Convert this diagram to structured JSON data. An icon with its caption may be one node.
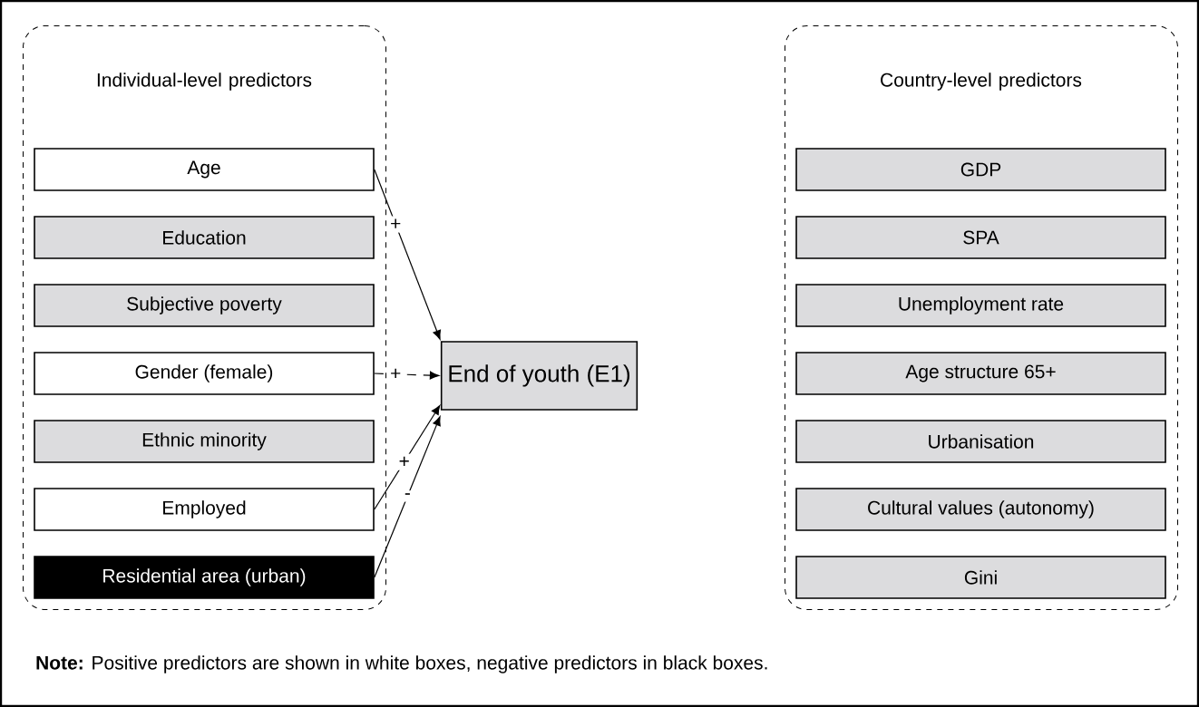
{
  "diagram": {
    "nodes": [
      {
        "text": [
          "Individual-level predictors"
        ]
      },
      {
        "text": [
          "Age"
        ],
        "in": 0
      },
      {
        "text": [
          "Education"
        ],
        "in": 0
      },
      {
        "text": [
          "Subjective poverty"
        ],
        "in": 0
      },
      {
        "text": [
          "Gender (female)"
        ],
        "in": 0
      },
      {
        "text": [
          "Ethnic minority"
        ],
        "in": 0
      },
      {
        "text": [
          "Employed"
        ],
        "in": 0
      },
      {
        "text": [
          "Residential area (urban)"
        ],
        "in": 0
      },
      {
        "text": [
          "End of youth (E1)"
        ]
      },
      {
        "text": [
          "Country-level predictors"
        ]
      },
      {
        "text": [
          "GDP"
        ],
        "in": 9
      },
      {
        "text": [
          "SPA"
        ],
        "in": 9
      },
      {
        "text": [
          "Unemployment rate"
        ],
        "in": 9
      },
      {
        "text": [
          "Age structure 65+"
        ],
        "in": 9
      },
      {
        "text": [
          "Urbanisation"
        ],
        "in": 9
      },
      {
        "text": [
          "Cultural values (autonomy)"
        ],
        "in": 9
      },
      {
        "text": [
          "Gini"
        ],
        "in": 9
      }
    ],
    "edges": [
      {
        "from": 1,
        "to": 8,
        "arrow": "to",
        "label": "+"
      },
      {
        "from": 4,
        "to": 8,
        "arrow": "to",
        "label": "+",
        "style": "dashed"
      },
      {
        "from": 6,
        "to": 8,
        "arrow": "to",
        "label": "+"
      },
      {
        "from": 7,
        "to": 8,
        "arrow": "to",
        "label": "-"
      }
    ],
    "caption": "**Note:** Positive predictors are shown in white boxes, negative predictors in black boxes."
  }
}
